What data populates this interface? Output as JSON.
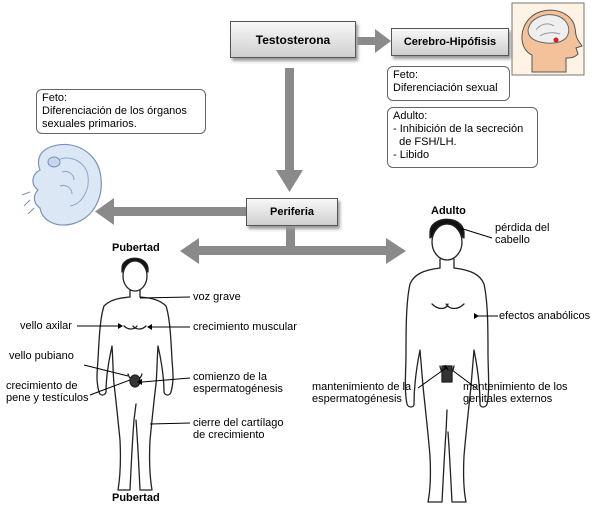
{
  "nodes": {
    "testosterona": "Testosterona",
    "cerebro": "Cerebro-Hipófisis",
    "periferia": "Periferia"
  },
  "notes": {
    "feto_top": {
      "title": "Feto:",
      "line1": "Diferenciación sexual"
    },
    "adulto_top": {
      "title": "Adulto:",
      "line1": "- Inhibición de la secreción",
      "line2": "  de FSH/LH.",
      "line3": "- Libido"
    },
    "feto_left": {
      "title": "Feto:",
      "line1": "Diferenciación de los órganos",
      "line2": "sexuales primarios."
    }
  },
  "titles": {
    "pubertad": "Pubertad",
    "adulto": "Adulto"
  },
  "pubertad_labels": {
    "voz": "voz grave",
    "vello_axilar": "vello axilar",
    "crec_muscular": "crecimiento muscular",
    "vello_pubiano": "vello pubiano",
    "comienzo_1": "comienzo de la",
    "comienzo_2": "espermatogénesis",
    "crec_pene_1": "crecimiento de",
    "crec_pene_2": "pene y testículos",
    "cierre_1": "cierre del cartílago",
    "cierre_2": "de crecimiento"
  },
  "adulto_labels": {
    "perdida_1": "pérdida del",
    "perdida_2": "cabello",
    "anabolicos": "efectos anabólicos",
    "mant_esp_1": "mantenimiento de la",
    "mant_esp_2": "espermatogénesis",
    "mant_gen_1": "mantenimiento de los",
    "mant_gen_2": "genitales externos"
  },
  "colors": {
    "arrow": "#8a8a8a",
    "box_gradient_top": "#f8f8f8",
    "box_gradient_bottom": "#cfcfcf"
  }
}
